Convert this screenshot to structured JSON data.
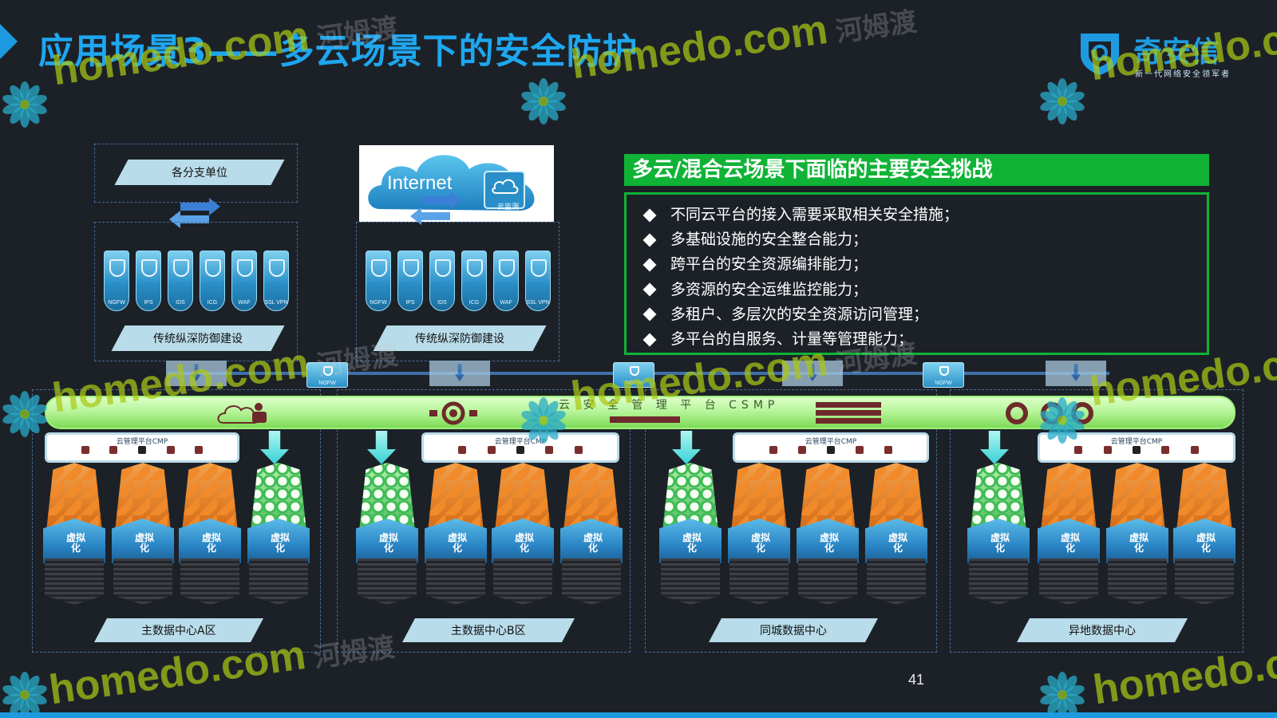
{
  "slide": {
    "title": "应用场景3——多云场景下的安全防护",
    "page_number": "41"
  },
  "brand": {
    "name": "奇安信",
    "slogan": "新一代网络安全领军者",
    "color": "#1e9be0"
  },
  "watermark": {
    "text": "homedo.com",
    "cn_text": "河姆渡",
    "color": "#a8c814"
  },
  "branch": {
    "unit_label": "各分支单位",
    "defense_label": "传统纵深防御建设"
  },
  "internet": {
    "label": "Internet",
    "monitor_label": "云监测",
    "defense_label": "传统纵深防御建设"
  },
  "security_devices": [
    "NGFW",
    "IPS",
    "IDS",
    "ICG",
    "WAF",
    "SSL VPN"
  ],
  "ngfw_label": "NGFW",
  "challenges": {
    "heading": "多云/混合云场景下面临的主要安全挑战",
    "accent_color": "#10b336",
    "items": [
      "不同云平台的接入需要采取相关安全措施；",
      "多基础设施的安全整合能力；",
      "跨平台的安全资源编排能力；",
      "多资源的安全运维监控能力；",
      "多租户、多层次的安全资源访问管理；",
      "多平台的自服务、计量等管理能力；"
    ]
  },
  "csmp": {
    "label": "云 安 全 管 理 平 台 CSMP"
  },
  "cmp_label": "云管理平台CMP",
  "virtualization_label": "虚拟化",
  "data_centers": [
    {
      "label": "主数据中心A区"
    },
    {
      "label": "主数据中心B区"
    },
    {
      "label": "同城数据中心"
    },
    {
      "label": "异地数据中心"
    }
  ]
}
